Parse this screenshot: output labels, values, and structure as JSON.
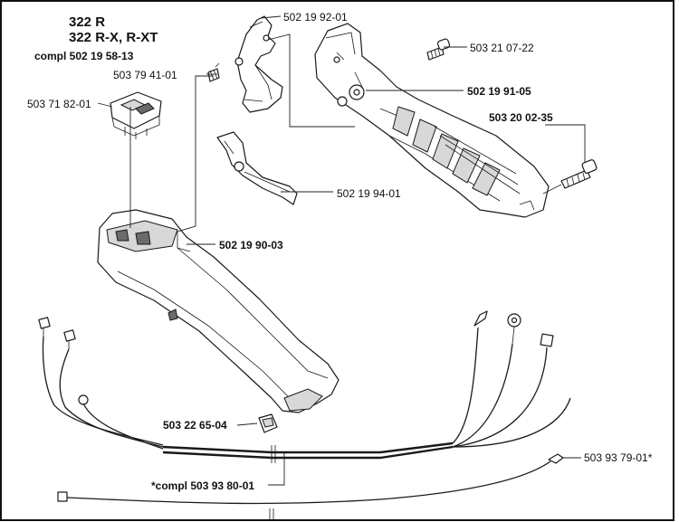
{
  "model": {
    "line1": "322 R",
    "line2": "322 R-X, R-XT",
    "compl": "compl 502 19 58-13"
  },
  "parts": {
    "p_502_19_92_01": "502 19 92-01",
    "p_503_21_07_22": "503 21 07-22",
    "p_503_79_41_01": "503 79 41-01",
    "p_502_19_91_05": "502 19 91-05",
    "p_503_71_82_01": "503 71 82-01",
    "p_503_20_02_35": "503 20 02-35",
    "p_502_19_94_01": "502 19 94-01",
    "p_502_19_90_03": "502 19 90-03",
    "p_503_22_65_04": "503 22 65-04",
    "p_503_93_79_01": "503 93 79-01*",
    "p_503_93_80_01": "*compl 503 93 80-01"
  }
}
